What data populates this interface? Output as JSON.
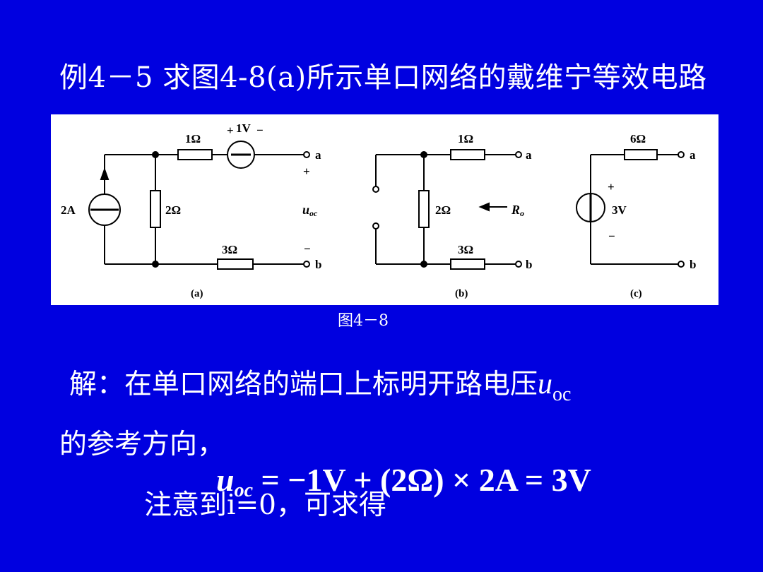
{
  "slide": {
    "title": "例4－5 求图4-8(a)所示单口网络的戴维宁等效电路",
    "caption": "图4－8"
  },
  "figure": {
    "a": {
      "panel_label": "(a)",
      "r1": "1Ω",
      "source_v": "1V",
      "source_v_plus": "+",
      "source_v_minus": "−",
      "source_i": "2A",
      "r2": "2Ω",
      "r3": "3Ω",
      "terminal_a": "a",
      "terminal_b": "b",
      "uoc_var": "u",
      "uoc_sub": "oc",
      "port_plus": "+",
      "port_minus": "−"
    },
    "b": {
      "panel_label": "(b)",
      "r1": "1Ω",
      "r2": "2Ω",
      "r3": "3Ω",
      "terminal_a": "a",
      "terminal_b": "b",
      "ro_arrow": "←",
      "ro_var": "R",
      "ro_sub": "o"
    },
    "c": {
      "panel_label": "(c)",
      "r": "6Ω",
      "source_v": "3V",
      "plus": "+",
      "minus": "−",
      "terminal_a": "a",
      "terminal_b": "b"
    }
  },
  "solution": {
    "line1_text": "解：在单口网络的端口上标明开路电压",
    "line1_var": "u",
    "line1_sub": "oc",
    "line2_text": "的参考方向，",
    "note_text": "注意到i=0，可求得",
    "equation": {
      "var": "u",
      "sub": "oc",
      "rhs": " = −1V + (2Ω) × 2A = 3V"
    }
  }
}
